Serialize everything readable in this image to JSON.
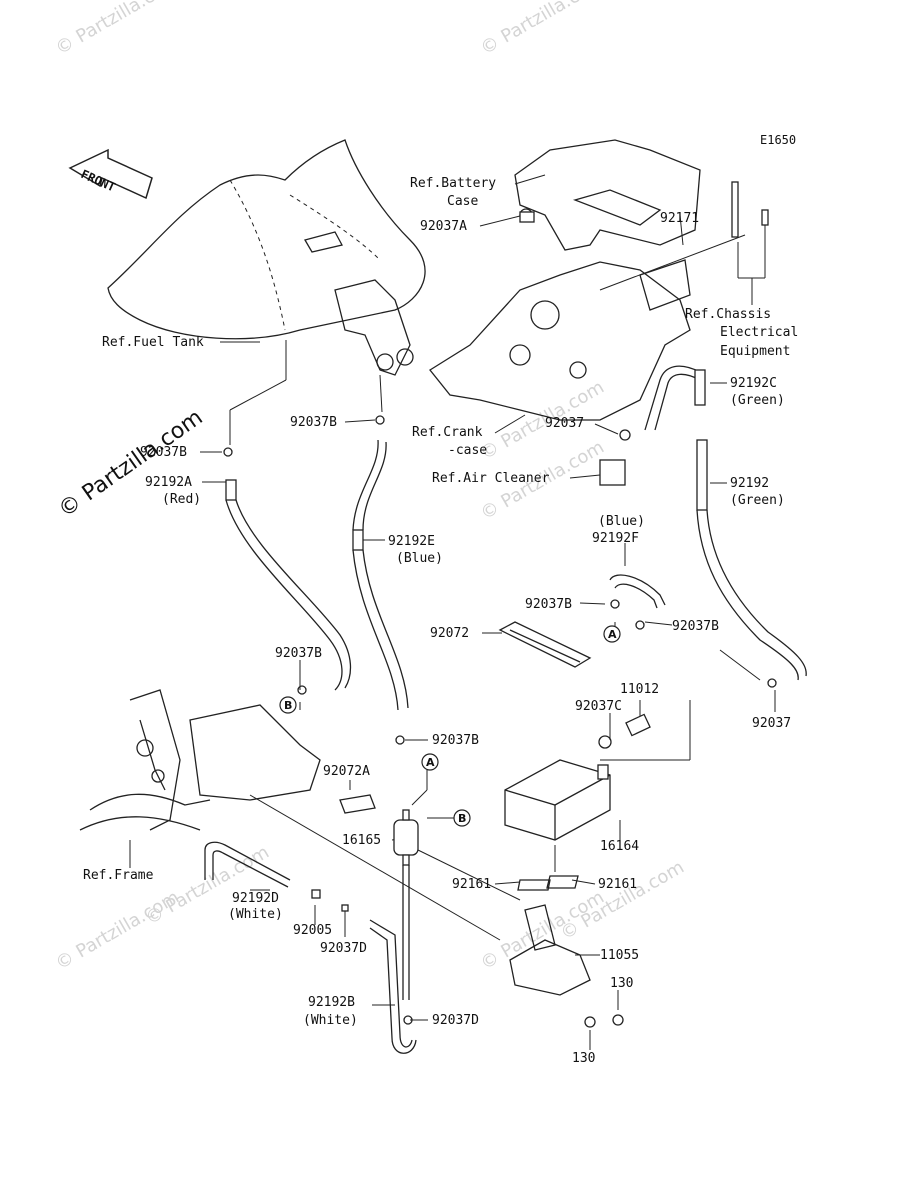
{
  "diagram_code": "E1650",
  "front_label": "FRONT",
  "watermarks": [
    "© Partzilla.com",
    "© Partzilla.com",
    "© Partzilla.com",
    "© Partzilla.com",
    "© Partzilla.com",
    "© Partzilla.com",
    "© Partzilla.com",
    "© Partzilla.com"
  ],
  "watermark_main": "© Partzilla.com",
  "labels": {
    "ref_battery_1": "Ref.Battery",
    "ref_battery_2": "Case",
    "p92037A": "92037A",
    "p92171": "92171",
    "ref_chassis_1": "Ref.Chassis",
    "ref_chassis_2": "Electrical",
    "ref_chassis_3": "Equipment",
    "ref_fuel_tank": "Ref.Fuel Tank",
    "p92037B_top": "92037B",
    "p92037B_left": "92037B",
    "ref_crank_1": "Ref.Crank",
    "ref_crank_2": "-case",
    "p92192C": "92192C",
    "green_1": "(Green)",
    "p92037_mid": "92037",
    "ref_air_cleaner": "Ref.Air Cleaner",
    "p92192A": "92192A",
    "red": "(Red)",
    "p92192": "92192",
    "green_2": "(Green)",
    "blue_top": "(Blue)",
    "p92192F": "92192F",
    "p92192E": "92192E",
    "blue_left": "(Blue)",
    "p92037B_mid": "92037B",
    "p92037B_right": "92037B",
    "p92072": "92072",
    "p92037B_lower_left": "92037B",
    "p11012": "11012",
    "p92037C": "92037C",
    "p92037_right": "92037",
    "p92037B_center": "92037B",
    "p92072A": "92072A",
    "p16165": "16165",
    "p16164": "16164",
    "ref_frame": "Ref.Frame",
    "p92161_left": "92161",
    "p92161_right": "92161",
    "p92192D": "92192D",
    "white_1": "(White)",
    "p92005": "92005",
    "p92037D_left": "92037D",
    "p11055": "11055",
    "p130_top": "130",
    "p92192B": "92192B",
    "white_2": "(White)",
    "p92037D_bottom": "92037D",
    "p130_bottom": "130"
  },
  "callouts": {
    "A1": "A",
    "A2": "A",
    "B1": "B",
    "B2": "B"
  }
}
